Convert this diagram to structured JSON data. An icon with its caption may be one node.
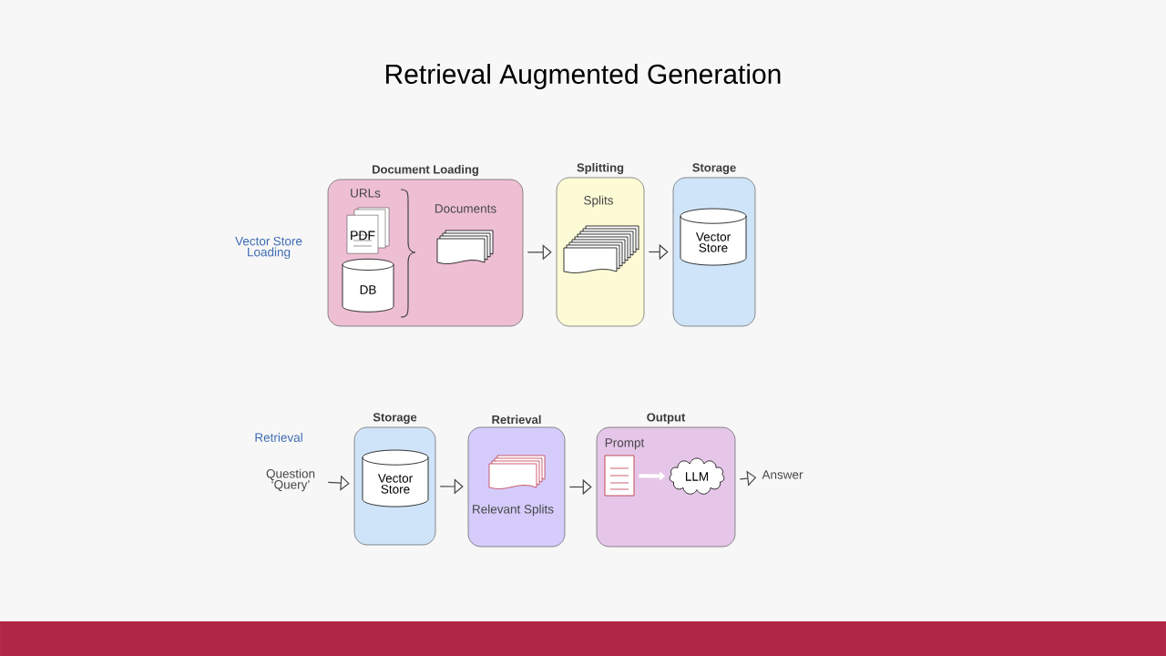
{
  "diagram": {
    "title": "Retrieval Augmented Generation",
    "nodes": [
      {
        "text": [
          "Document Loading"
        ]
      },
      {
        "text": [
          "URLs"
        ],
        "in": 0
      },
      {
        "text": [
          "PDF"
        ],
        "in": 0
      },
      {
        "text": [
          "DB"
        ],
        "in": 0
      },
      {
        "text": [
          "Documents"
        ],
        "in": 0
      },
      {
        "text": [
          "Splitting"
        ]
      },
      {
        "text": [
          "Splits"
        ],
        "in": 5
      },
      {
        "text": [
          "Storage"
        ]
      },
      {
        "text": [
          "Vector Store"
        ],
        "in": 7
      },
      {
        "text": [
          "Question ‘Query’"
        ]
      },
      {
        "text": [
          "Storage"
        ]
      },
      {
        "text": [
          "Vector Store"
        ],
        "in": 10
      },
      {
        "text": [
          "Retrieval"
        ]
      },
      {
        "text": [
          "Relevant Splits"
        ],
        "in": 12
      },
      {
        "text": [
          "Output"
        ]
      },
      {
        "text": [
          "Prompt"
        ],
        "in": 14
      },
      {
        "text": [
          "LLM"
        ],
        "in": 14
      },
      {
        "text": [
          "Answer"
        ]
      }
    ],
    "edges": [
      {
        "from": 0,
        "to": 5,
        "arrow": "to"
      },
      {
        "from": 5,
        "to": 7,
        "arrow": "to"
      },
      {
        "from": 9,
        "to": 10,
        "arrow": "to"
      },
      {
        "from": 10,
        "to": 12,
        "arrow": "to"
      },
      {
        "from": 12,
        "to": 14,
        "arrow": "to"
      },
      {
        "from": 15,
        "to": 16,
        "arrow": "to",
        "style": "thick",
        "color": "#ffffff"
      },
      {
        "from": 14,
        "to": 17,
        "arrow": "to"
      }
    ],
    "labels": [
      "Vector Store Loading",
      "Retrieval"
    ]
  }
}
